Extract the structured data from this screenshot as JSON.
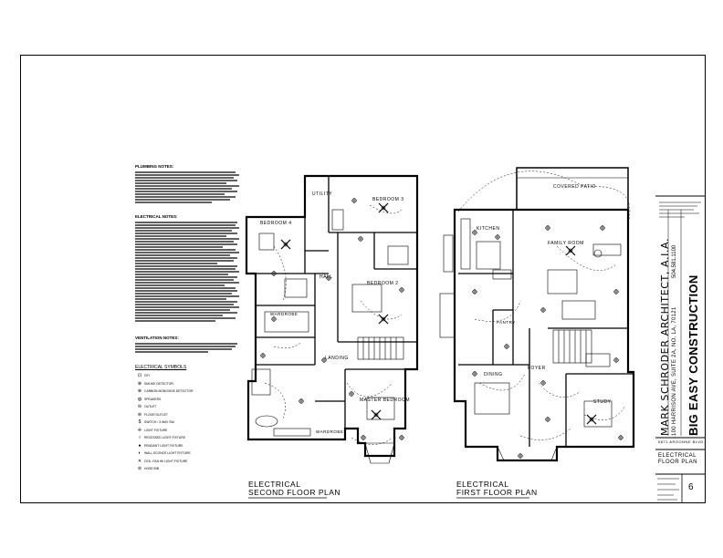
{
  "sheet_titles": {
    "second_line1": "ELECTRICAL",
    "second_line2": "SECOND FLOOR PLAN",
    "first_line1": "ELECTRICAL",
    "first_line2": "FIRST FLOOR PLAN"
  },
  "notes": {
    "plumbing_heading": "PLUMBING NOTES:",
    "electrical_heading": "ELECTRICAL NOTES:",
    "ventilation_heading": "VENTILATION NOTES:"
  },
  "legend": {
    "heading": "ELECTRICAL SYMBOLS",
    "items": [
      {
        "symbol": "⊡",
        "label": "GFI"
      },
      {
        "symbol": "⊗",
        "label": "SMOKE DETECTOR"
      },
      {
        "symbol": "⊕",
        "label": "CARBON MONOXIDE DETECTOR"
      },
      {
        "symbol": "◍",
        "label": "SPEAKERS"
      },
      {
        "symbol": "⊖",
        "label": "OUTLET"
      },
      {
        "symbol": "⊜",
        "label": "FLOOR OUTLET"
      },
      {
        "symbol": "$",
        "label": "SWITCH / 3 WAY SW."
      },
      {
        "symbol": "✢",
        "label": "LIGHT FIXTURE"
      },
      {
        "symbol": "○",
        "label": "RECESSED LIGHT FIXTURE"
      },
      {
        "symbol": "●",
        "label": "PENDANT LIGHT FIXTURE"
      },
      {
        "symbol": "◐",
        "label": "WALL SCONCE LIGHT FIXTURE"
      },
      {
        "symbol": "✕",
        "label": "CEIL. FAN W/ LIGHT FIXTURE"
      },
      {
        "symbol": "⊘",
        "label": "HOSE BIB"
      }
    ]
  },
  "rooms_second": {
    "utility": "UTILITY",
    "bedroom3": "BEDROOM 3",
    "bedroom4": "BEDROOM 4",
    "hall": "HALL",
    "bedroom2": "BEDROOM 2",
    "wardrobe": "WARDROBE",
    "landing": "LANDING",
    "master": "MASTER BEDROOM",
    "wardrobe2": "WARDROBE"
  },
  "rooms_first": {
    "covered_patio": "COVERED PATIO",
    "kitchen": "KITCHEN",
    "family": "FAMILY ROOM",
    "pantry": "PANTRY",
    "dining": "DINING",
    "foyer": "FOYER",
    "study": "STUDY"
  },
  "title_block": {
    "firm": "MARK SCHRODER ARCHITECT, A.I.A.",
    "address": "100 HARRISON AVE, SUITE 2A, NO. LA, 70121",
    "phone": "504.581.1100",
    "client": "BIG EASY CONSTRUCTION",
    "project": "5871 ARGONNE BLVD.",
    "sheet_title": "ELECTRICAL FLOOR PLAN",
    "sheet_number": "6"
  }
}
